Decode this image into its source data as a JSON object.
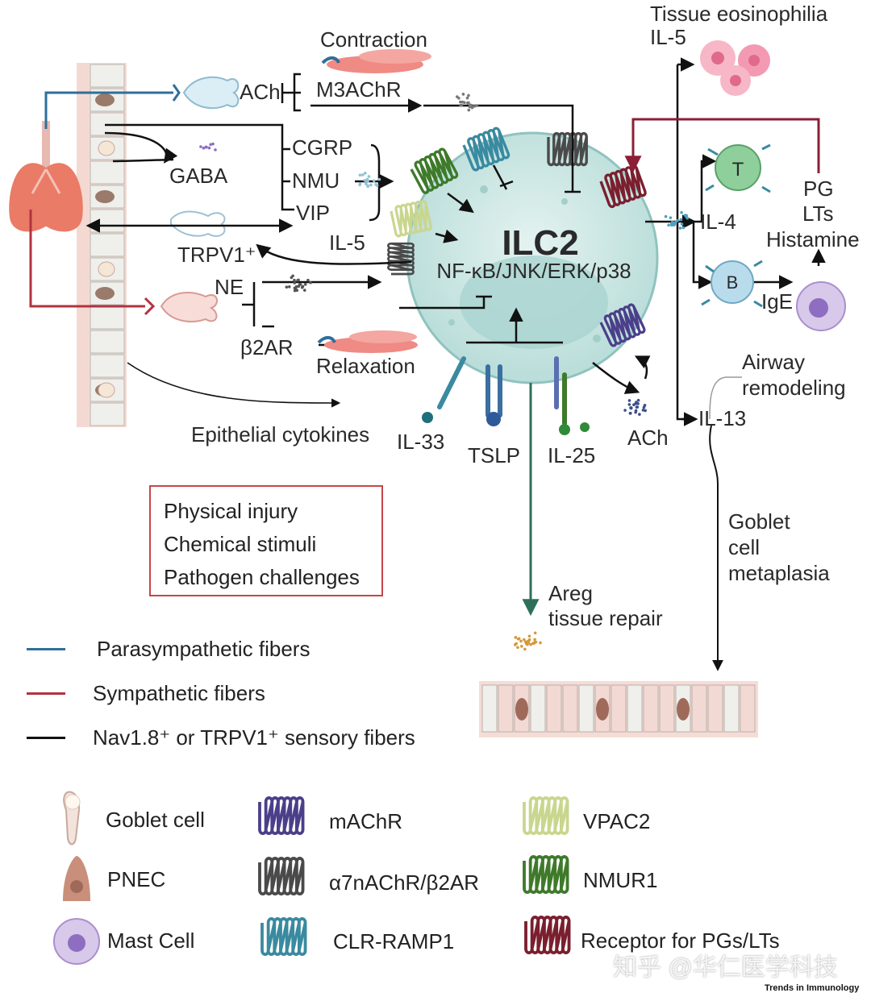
{
  "center": {
    "title": "ILC2",
    "pathway": "NF-κB/JNK/ERK/p38"
  },
  "labels": {
    "contraction": "Contraction",
    "ach_top": "ACh",
    "m3achr": "M3AChR",
    "cgrp": "CGRP",
    "nmu": "NMU",
    "vip": "VIP",
    "gaba": "GABA",
    "il5_left": "IL-5",
    "trpv1": "TRPV1⁺",
    "ne": "NE",
    "b2ar": "β2AR",
    "relaxation": "Relaxation",
    "epithelial": "Epithelial cytokines",
    "il33": "IL-33",
    "tslp": "TSLP",
    "il25": "IL-25",
    "ach_bottom": "ACh",
    "eosinophilia": "Tissue eosinophilia",
    "il5_right": "IL-5",
    "il4": "IL-4",
    "pg": "PG",
    "lts": "LTs",
    "histamine": "Histamine",
    "ige": "IgE",
    "t_cell": "T",
    "b_cell": "B",
    "airway": "Airway",
    "remodeling": "remodeling",
    "il13": "IL-13",
    "goblet1": "Goblet",
    "goblet2": "cell",
    "goblet3": "metaplasia",
    "areg": "Areg",
    "repair": "tissue repair"
  },
  "stimuli": [
    "Physical injury",
    "Chemical stimuli",
    "Pathogen challenges"
  ],
  "fiber_legend": [
    {
      "label": "Parasympathetic fibers",
      "color": "#2f6f9a"
    },
    {
      "label": "Sympathetic fibers",
      "color": "#b3323f"
    },
    {
      "label": "Nav1.8⁺ or TRPV1⁺ sensory  fibers",
      "color": "#111111"
    }
  ],
  "key": {
    "goblet": "Goblet cell",
    "pnec": "PNEC",
    "mast": "Mast Cell",
    "machr": "mAChR",
    "a7": "α7nAChR/β2AR",
    "clr": "CLR-RAMP1",
    "vpac2": "VPAC2",
    "nmur1": "NMUR1",
    "pglt": "Receptor for PGs/LTs"
  },
  "colors": {
    "parasympathetic": "#2f6f9a",
    "sympathetic": "#b3323f",
    "sensory": "#111111",
    "ilc2_fill": "#cfe8e6",
    "machr": "#4b3f8a",
    "a7nachr": "#4a4a4a",
    "clr_ramp1": "#3a8aa0",
    "vpac2": "#c9d68e",
    "nmur1": "#3e7a2a",
    "pg_receptor": "#7a1f2e"
  },
  "watermark": "知乎 @华仁医学科技",
  "credit": "Trends in Immunology"
}
